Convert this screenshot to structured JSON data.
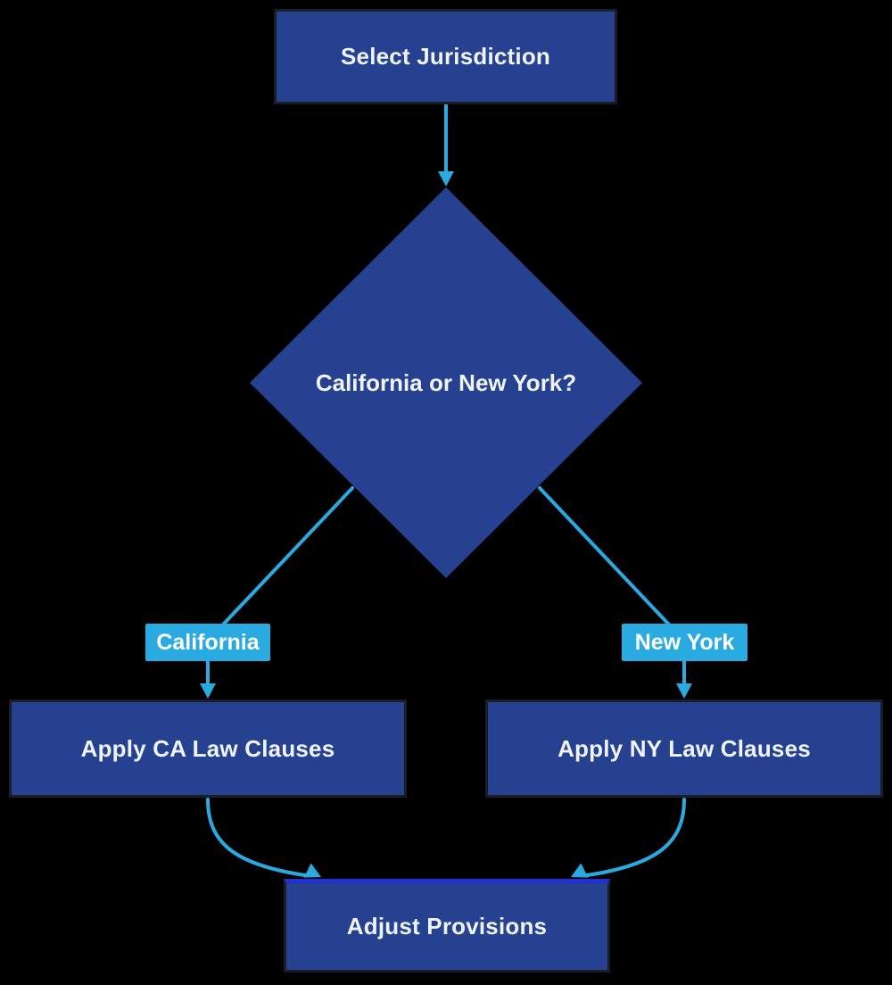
{
  "diagram": {
    "type": "flowchart",
    "background_color": "#000000",
    "node_fill_color": "#26418F",
    "node_border_color": "#1A1D27",
    "node_text_color": "#EFF4FB",
    "edge_color": "#29ABE2",
    "edge_label_bg_color": "#29ABE2",
    "edge_label_text_color": "#FFFFFF",
    "adjust_top_border_color": "#1F2FD4",
    "nodes": {
      "select": {
        "label": "Select Jurisdiction",
        "shape": "rect"
      },
      "decision": {
        "label": "California or New York?",
        "shape": "diamond"
      },
      "apply_ca": {
        "label": "Apply CA Law Clauses",
        "shape": "rect"
      },
      "apply_ny": {
        "label": "Apply NY Law Clauses",
        "shape": "rect"
      },
      "adjust": {
        "label": "Adjust Provisions",
        "shape": "rect"
      }
    },
    "edge_labels": {
      "california": "California",
      "new_york": "New York"
    },
    "edges": [
      {
        "from": "select",
        "to": "decision",
        "label": ""
      },
      {
        "from": "decision",
        "to": "apply_ca",
        "label": "California"
      },
      {
        "from": "decision",
        "to": "apply_ny",
        "label": "New York"
      },
      {
        "from": "apply_ca",
        "to": "adjust",
        "label": ""
      },
      {
        "from": "apply_ny",
        "to": "adjust",
        "label": ""
      }
    ]
  }
}
